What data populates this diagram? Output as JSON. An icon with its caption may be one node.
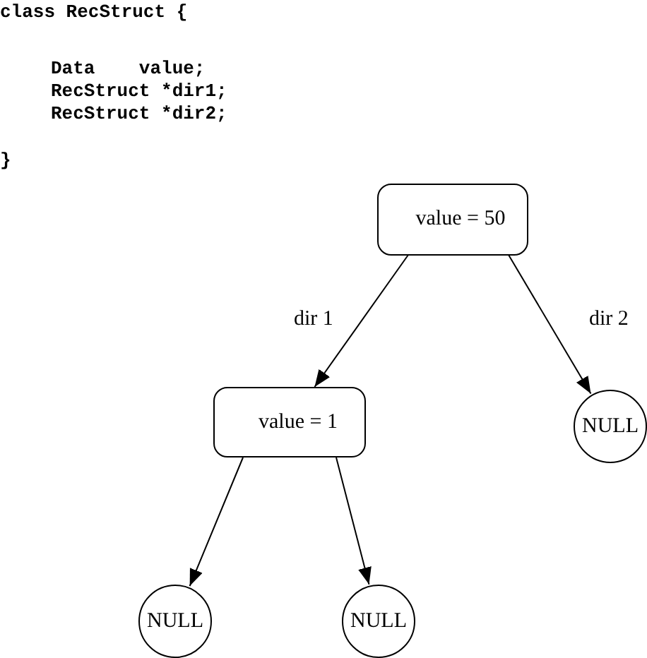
{
  "diagram": {
    "nodes": [
      {
        "text": [
          "value = 50"
        ]
      },
      {
        "text": [
          "value = 1"
        ]
      },
      {
        "text": [
          "NULL"
        ]
      },
      {
        "text": [
          "NULL"
        ]
      },
      {
        "text": [
          "NULL"
        ]
      }
    ],
    "edges": [
      {
        "from": 0,
        "to": 1,
        "arrow": "to",
        "label": "dir 1"
      },
      {
        "from": 0,
        "to": 2,
        "arrow": "to",
        "label": "dir 2"
      },
      {
        "from": 1,
        "to": 3,
        "arrow": "to"
      },
      {
        "from": 1,
        "to": 4,
        "arrow": "to"
      }
    ],
    "labels": [
      "class RecStruct {",
      "Data    value;",
      "RecStruct *dir1;",
      "RecStruct *dir2;",
      "}"
    ]
  }
}
